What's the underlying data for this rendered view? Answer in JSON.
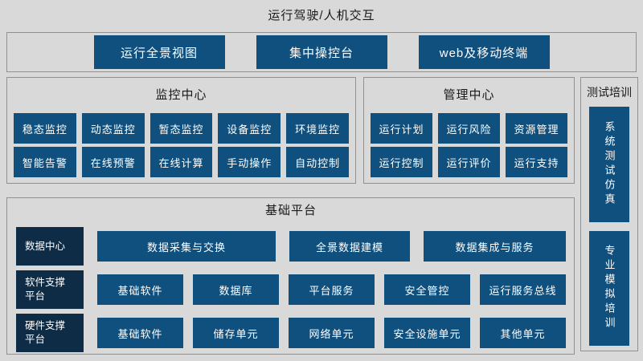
{
  "header": {
    "title": "运行驾驶/人机交互"
  },
  "hmi": {
    "items": [
      "运行全景视图",
      "集中操控台",
      "web及移动终端"
    ]
  },
  "monitoring": {
    "title": "监控中心",
    "rows": [
      [
        "稳态监控",
        "动态监控",
        "暂态监控",
        "设备监控",
        "环境监控"
      ],
      [
        "智能告警",
        "在线预警",
        "在线计算",
        "手动操作",
        "自动控制"
      ]
    ]
  },
  "management": {
    "title": "管理中心",
    "rows": [
      [
        "运行计划",
        "运行风险",
        "资源管理"
      ],
      [
        "运行控制",
        "运行评价",
        "运行支持"
      ]
    ]
  },
  "test_training": {
    "title": "测试培训",
    "items": [
      "系统测试仿真",
      "专业模拟培训"
    ]
  },
  "base_platform": {
    "title": "基础平台",
    "rows": [
      {
        "label": "数据中心",
        "items": [
          "数据采集与交换",
          "全景数据建模",
          "数据集成与服务"
        ]
      },
      {
        "label": "软件支撑平台",
        "items": [
          "基础软件",
          "数据库",
          "平台服务",
          "安全管控",
          "运行服务总线"
        ]
      },
      {
        "label": "硬件支撑平台",
        "items": [
          "基础软件",
          "储存单元",
          "网络单元",
          "安全设施单元",
          "其他单元"
        ]
      }
    ]
  },
  "colors": {
    "background": "#d9d9d9",
    "panel_border": "#919191",
    "tile_blue": "#0f507e",
    "label_navy": "#0e2c46",
    "tile_text": "#ffffff",
    "title_text": "#1a1a1a"
  }
}
